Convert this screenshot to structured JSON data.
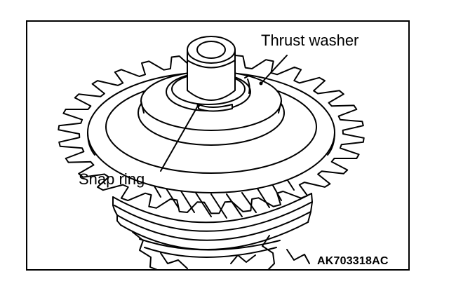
{
  "labels": {
    "thrust_washer": "Thrust washer",
    "snap_ring": "Snap ring"
  },
  "figure_code": "AK703318AC",
  "colors": {
    "line": "#000000",
    "background": "#ffffff"
  }
}
